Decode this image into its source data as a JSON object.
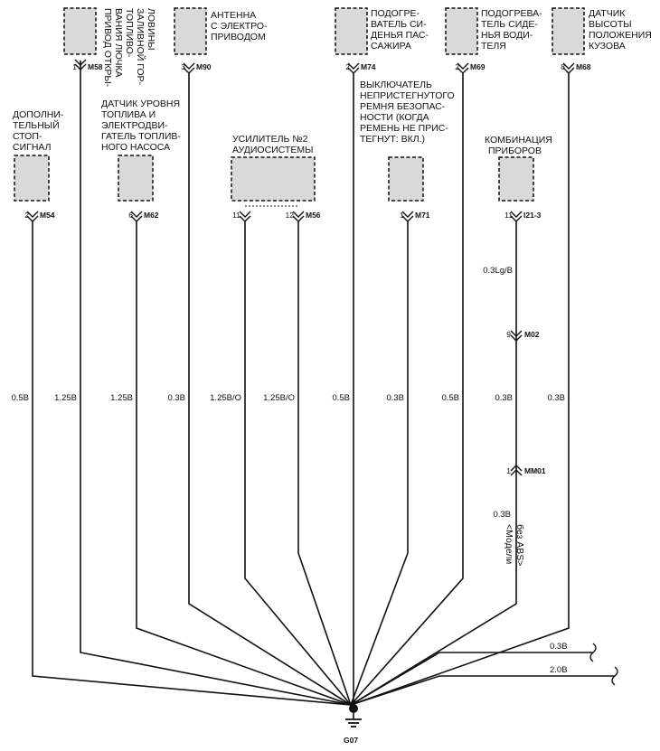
{
  "components": [
    {
      "id": "m54",
      "label": [
        "ДОПОЛНИ-",
        "ТЕЛЬНЫЙ",
        "СТОП-",
        "СИГНАЛ"
      ],
      "pin": "2",
      "connector": "M54",
      "gauge": "0.5B"
    },
    {
      "id": "m58",
      "label": [
        "ПРИВОД ОТКРЫ-",
        "ВАНИЯ ЛЮЧКА",
        "ТОПЛИВО-",
        "ЗАЛИВНОЙ ГОР-",
        "ЛОВИНЫ"
      ],
      "pin": "1",
      "connector": "M58",
      "gauge": "1.25B"
    },
    {
      "id": "m62",
      "label": [
        "ДАТЧИК УРОВНЯ",
        "ТОПЛИВА И",
        "ЭЛЕКТРОДВИ-",
        "ГАТЕЛЬ ТОПЛИВ-",
        "НОГО НАСОСА"
      ],
      "pin": "6",
      "connector": "M62",
      "gauge": "1.25B"
    },
    {
      "id": "m90",
      "label": [
        "АНТЕННА",
        "С ЭЛЕКТРО-",
        "ПРИВОДОМ"
      ],
      "pin": "3",
      "connector": "M90",
      "gauge": "0.3B"
    },
    {
      "id": "m56",
      "label": [
        "УСИЛИТЕЛЬ №2",
        "АУДИОСИСТЕМЫ"
      ],
      "pins": [
        "11",
        "12"
      ],
      "connector": "M56",
      "gauges": [
        "1.25B/O",
        "1.25B/O"
      ]
    },
    {
      "id": "m74",
      "label": [
        "ПОДОГРЕ-",
        "ВАТЕЛЬ СИ-",
        "ДЕНЬЯ ПАС-",
        "САЖИРА"
      ],
      "pin": "2",
      "connector": "M74",
      "gauge": "0.5B"
    },
    {
      "id": "m71",
      "label": [
        "ВЫКЛЮЧАТЕЛЬ",
        "НЕПРИСТЕГНУТОГО",
        "РЕМНЯ БЕЗОПАС-",
        "НОСТИ (КОГДА",
        "РЕМЕНЬ НЕ ПРИС-",
        "ТЕГНУТ: ВКЛ.)"
      ],
      "pin": "1",
      "connector": "M71",
      "gauge": "0.3B"
    },
    {
      "id": "m69",
      "label": [
        "ПОДОГРЕВА-",
        "ТЕЛЬ СИДЕ-",
        "НЬЯ ВОДИ-",
        "ТЕЛЯ"
      ],
      "pin": "2",
      "connector": "M69",
      "gauge": "0.5B"
    },
    {
      "id": "i21",
      "label": [
        "КОМБИНАЦИЯ",
        "ПРИБОРОВ"
      ],
      "pin": "11",
      "connector": "I21-3",
      "gauge_top": "0.3Lg/B",
      "gauge": "0.3B"
    },
    {
      "id": "m68",
      "label": [
        "ДАТЧИК",
        "ВЫСОТЫ",
        "ПОЛОЖЕНИЯ",
        "КУЗОВА"
      ],
      "pin": "8",
      "connector": "M68",
      "gauge": "0.3B"
    }
  ],
  "inline_connectors": [
    {
      "id": "m02",
      "pin": "9",
      "connector": "M02"
    },
    {
      "id": "mm01",
      "pin": "1",
      "connector": "MM01",
      "gauge": "0.3B",
      "note": [
        "<Модели",
        "без ABS>"
      ]
    }
  ],
  "branches": [
    {
      "id": "upper",
      "gauge": "0.3B"
    },
    {
      "id": "lower",
      "gauge": "2.0B"
    }
  ],
  "ground": {
    "label": "G07"
  }
}
